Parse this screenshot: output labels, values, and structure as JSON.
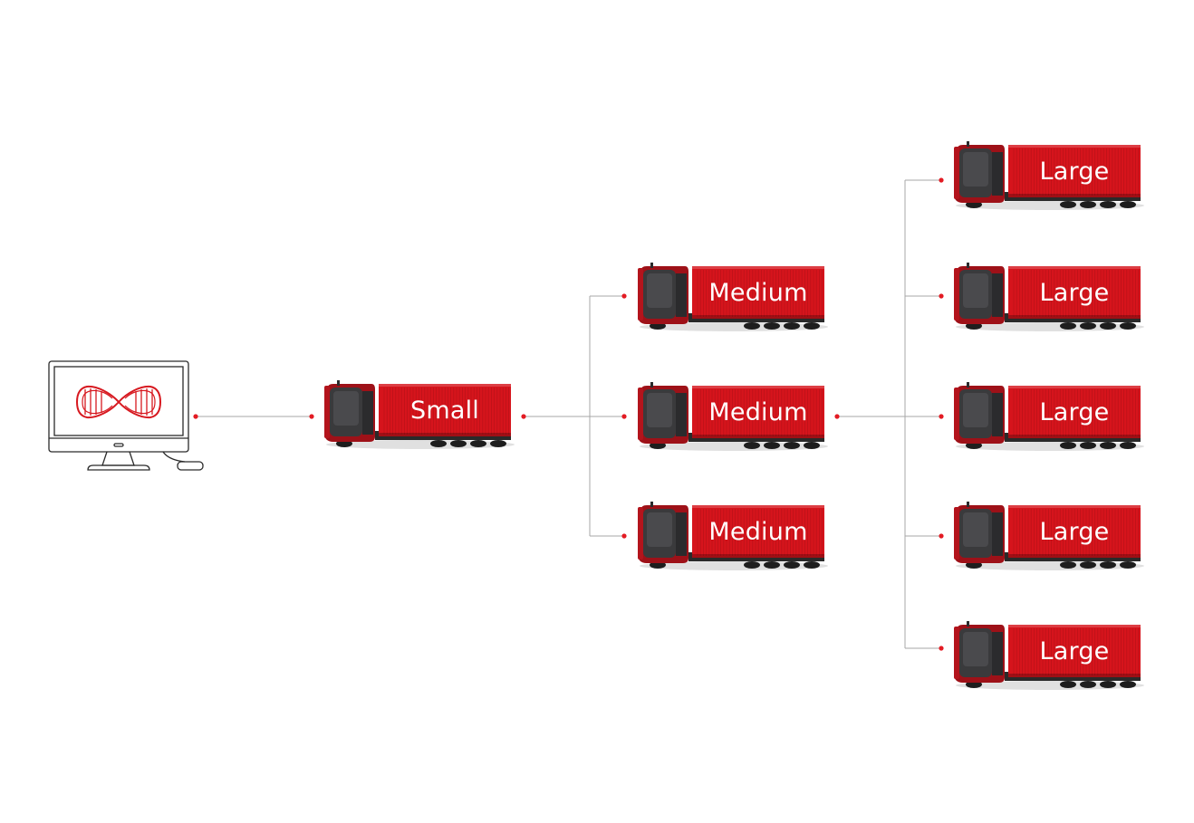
{
  "source": {
    "icon": "infinity-loop-icon",
    "brand_color": "#d71920",
    "device": "desktop-computer-icon"
  },
  "trucks": {
    "small": [
      "Small"
    ],
    "medium": [
      "Medium",
      "Medium",
      "Medium"
    ],
    "large": [
      "Large",
      "Large",
      "Large",
      "Large",
      "Large"
    ]
  },
  "colors": {
    "container": "#d6141c",
    "cab": "#3a3a3c",
    "connector_line": "#a7a7a7",
    "connector_dot": "#e31b23"
  }
}
